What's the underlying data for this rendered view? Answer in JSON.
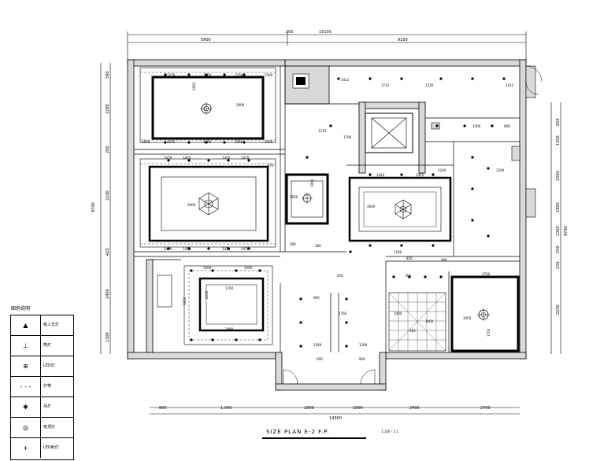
{
  "drawing": {
    "caption": "SIZE   PLAN    E-2 ​​​F.P.",
    "scale_note": "1:100 · ​​​1:1"
  },
  "legend": {
    "title": "图例说明",
    "items": [
      {
        "symbol": "▲",
        "label": "嵌入式灯"
      },
      {
        "symbol": "⊥",
        "label": "筒灯"
      },
      {
        "symbol": "⊕",
        "label": "LED灯"
      },
      {
        "symbol": "- - -",
        "label": "灯带"
      },
      {
        "symbol": "✱",
        "label": "吊灯"
      },
      {
        "symbol": "◎",
        "label": "吸顶灯"
      },
      {
        "symbol": "+",
        "label": "LED射灯"
      }
    ]
  },
  "dimensions": {
    "top_total": "15100",
    "top_left": "5900",
    "top_gap": "200",
    "top_right": "9100",
    "bottom_total": "14300",
    "bottom_segments": [
      "800",
      "1,000",
      "1800",
      "1800",
      "2400",
      "2700"
    ],
    "left_total": "9700",
    "right_total": "9700",
    "left_segments": [
      "590",
      "2280",
      "200",
      "2200",
      "420",
      "2400",
      "1300"
    ],
    "right_segments": [
      "650",
      "1300",
      "1500",
      "1800",
      "1300",
      "250",
      "150",
      "2200"
    ]
  },
  "room_labels": {
    "r1_w": "2900",
    "r1_h": "1650",
    "r1_top": [
      "1250",
      "1000",
      "1250",
      "1000"
    ],
    "r1_bottom": [
      "1000",
      "1250",
      "1000",
      "1250",
      "1000"
    ],
    "r2_w": "3000",
    "r2_top": [
      "1470",
      "1420",
      "1420",
      "1470"
    ],
    "r2_bottom": [
      "1470",
      "1420",
      "1420",
      "1470"
    ],
    "r2_side": "670",
    "r3_size": "1950",
    "r3_side": "1950",
    "r4_w": "2600",
    "r4_top": [
      "1420",
      "1420"
    ],
    "r5_w": "1760",
    "r5_h": "2030",
    "r5_top": [
      "1500",
      "1500"
    ],
    "r5_bottom": "1880",
    "r5_left": "1620",
    "r6_size": "1950",
    "r6_side": "1700",
    "corr_top": [
      "1412",
      "1712",
      "1720",
      "1412"
    ],
    "corr_mid": [
      "1270",
      "1790",
      "1400",
      "900"
    ],
    "misc": [
      "580",
      "280",
      "760",
      "1280",
      "650",
      "1240",
      "850",
      "900",
      "1200",
      "2700",
      "1760",
      "1000",
      "1000",
      "560",
      "900",
      "1289",
      "1289",
      "900",
      "900"
    ]
  }
}
